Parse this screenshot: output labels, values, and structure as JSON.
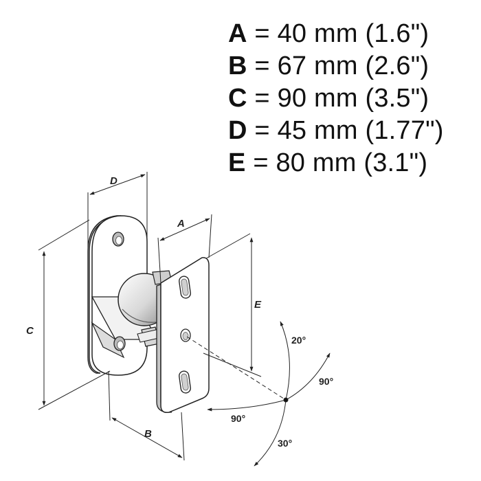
{
  "specs": [
    {
      "letter": "A",
      "value": "= 40 mm (1.6\")"
    },
    {
      "letter": "B",
      "value": "= 67 mm (2.6\")"
    },
    {
      "letter": "C",
      "value": "= 90 mm (3.5\")"
    },
    {
      "letter": "D",
      "value": "= 45 mm (1.77\")"
    },
    {
      "letter": "E",
      "value": "= 80 mm (3.1\")"
    }
  ],
  "labels": {
    "A": "A",
    "B": "B",
    "C": "C",
    "D": "D",
    "E": "E"
  },
  "angles": {
    "up": "20°",
    "right": "90°",
    "left": "90°",
    "down": "30°"
  }
}
